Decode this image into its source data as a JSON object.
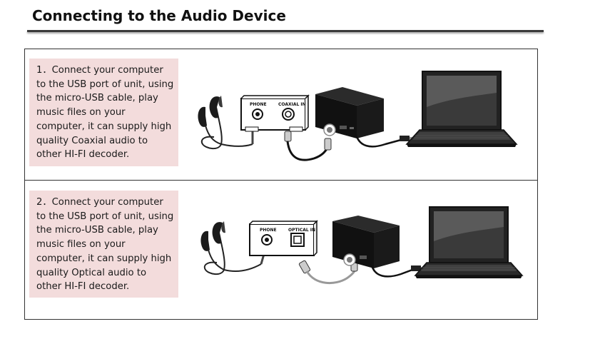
{
  "page": {
    "title": "Connecting to the Audio Device"
  },
  "steps": [
    {
      "text": "1．Connect your computer to the USB port of unit, using the micro-USB cable, play music files on your computer, it can supply high quality Coaxial audio to other HI-FI decoder.",
      "decoder_labels": {
        "left": "PHONE",
        "right": "COAXIAL IN"
      }
    },
    {
      "text": "2．Connect your computer to the USB port of unit, using the micro-USB cable, play music files on your computer, it can supply high quality Optical audio to other HI-FI decoder.",
      "decoder_labels": {
        "left": "PHONE",
        "right": "OPTICAL IN"
      }
    }
  ],
  "icons": {
    "earphones": "earphones-icon",
    "decoder": "decoder-box-icon",
    "unit": "audio-unit-icon",
    "laptop": "laptop-icon",
    "cable": "cable-icon"
  }
}
